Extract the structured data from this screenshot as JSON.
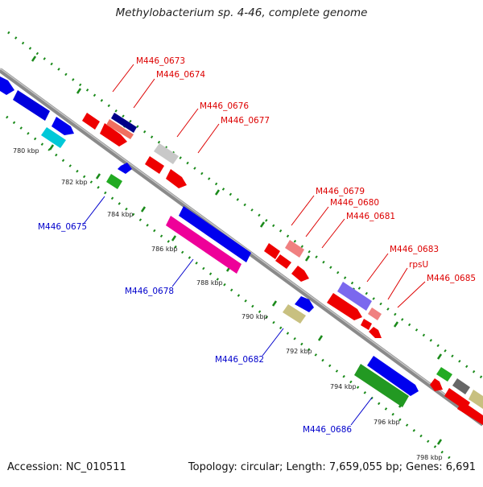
{
  "title": "Methylobacterium sp. 4-46, complete genome",
  "footer": {
    "accession": "Accession: NC_010511",
    "summary": "Topology: circular; Length: 7,659,055 bp; Genes: 6,691"
  },
  "colors": {
    "backbone": "#8a8a8a",
    "tick_green": "#1a8a1a",
    "label_plus": "#dd0000",
    "label_minus": "#0000cc"
  },
  "kbp_ticks": [
    "780 kbp",
    "782 kbp",
    "784 kbp",
    "786 kbp",
    "788 kbp",
    "790 kbp",
    "792 kbp",
    "794 kbp",
    "796 kbp",
    "798 kbp"
  ],
  "gene_labels_plus": [
    "M446_0673",
    "M446_0674",
    "M446_0676",
    "M446_0677",
    "M446_0679",
    "M446_0680",
    "M446_0681",
    "M446_0683",
    "rpsU",
    "M446_0685"
  ],
  "gene_labels_minus": [
    "M446_0675",
    "M446_0678",
    "M446_0682",
    "M446_0686"
  ],
  "features": [
    {
      "name": "gene-blue-left",
      "color": "blue"
    },
    {
      "name": "gene-blue-left-2",
      "color": "blue"
    },
    {
      "name": "gene-blue-small",
      "color": "blue"
    },
    {
      "name": "gene-cyan",
      "color": "cyan"
    },
    {
      "name": "gene-red-1",
      "color": "red"
    },
    {
      "name": "gene-red-2",
      "color": "red"
    },
    {
      "name": "gene-navy",
      "color": "navy"
    },
    {
      "name": "gene-salmon-1",
      "color": "salmon"
    },
    {
      "name": "gene-grey-light",
      "color": "light-grey"
    },
    {
      "name": "gene-red-3",
      "color": "red"
    },
    {
      "name": "gene-red-4",
      "color": "red"
    },
    {
      "name": "gene-green-small",
      "color": "green"
    },
    {
      "name": "gene-blue-tiny",
      "color": "blue"
    },
    {
      "name": "gene-magenta",
      "color": "magenta"
    },
    {
      "name": "gene-blue-long",
      "color": "blue"
    },
    {
      "name": "gene-red-5",
      "color": "red"
    },
    {
      "name": "gene-pink",
      "color": "pink"
    },
    {
      "name": "gene-red-6",
      "color": "red"
    },
    {
      "name": "gene-red-7",
      "color": "red"
    },
    {
      "name": "gene-olive",
      "color": "olive"
    },
    {
      "name": "gene-blue-mid",
      "color": "blue"
    },
    {
      "name": "gene-violet",
      "color": "violet"
    },
    {
      "name": "gene-red-8",
      "color": "red"
    },
    {
      "name": "gene-pink-small",
      "color": "pink"
    },
    {
      "name": "gene-red-9",
      "color": "red"
    },
    {
      "name": "gene-blue-3",
      "color": "blue"
    },
    {
      "name": "gene-green-long",
      "color": "green"
    },
    {
      "name": "gene-green-right",
      "color": "green"
    },
    {
      "name": "gene-red-10",
      "color": "red"
    },
    {
      "name": "gene-grey-dark",
      "color": "dark-grey"
    },
    {
      "name": "gene-red-11",
      "color": "red"
    },
    {
      "name": "gene-khaki",
      "color": "khaki"
    }
  ]
}
